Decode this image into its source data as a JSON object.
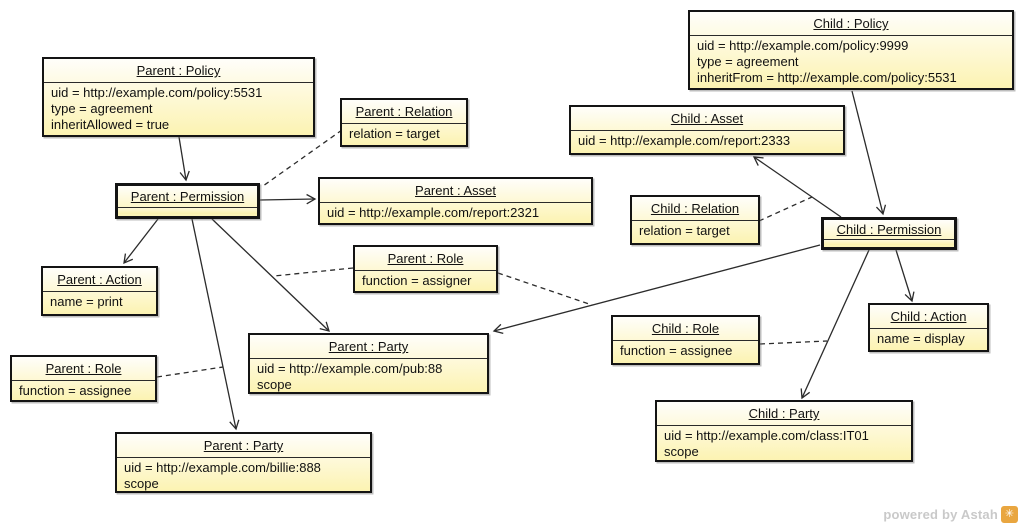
{
  "diagram": {
    "kind": "UML object diagram (policy inheritance)",
    "nodes": {
      "parent_policy": {
        "title": "Parent : Policy",
        "attrs": [
          "uid = http://example.com/policy:5531",
          "type = agreement",
          "inheritAllowed = true"
        ]
      },
      "parent_relation": {
        "title": "Parent : Relation",
        "attrs": [
          "relation = target"
        ]
      },
      "child_policy": {
        "title": "Child : Policy",
        "attrs": [
          "uid = http://example.com/policy:9999",
          "type = agreement",
          "inheritFrom = http://example.com/policy:5531"
        ]
      },
      "child_asset": {
        "title": "Child : Asset",
        "attrs": [
          "uid = http://example.com/report:2333"
        ]
      },
      "parent_permission": {
        "title": "Parent : Permission",
        "attrs": []
      },
      "parent_asset": {
        "title": "Parent : Asset",
        "attrs": [
          "uid = http://example.com/report:2321"
        ]
      },
      "child_relation": {
        "title": "Child : Relation",
        "attrs": [
          "relation = target"
        ]
      },
      "child_permission": {
        "title": "Child : Permission",
        "attrs": []
      },
      "parent_action": {
        "title": "Parent : Action",
        "attrs": [
          "name = print"
        ]
      },
      "parent_role_assigner": {
        "title": "Parent : Role",
        "attrs": [
          "function = assigner"
        ]
      },
      "child_role": {
        "title": "Child : Role",
        "attrs": [
          "function = assignee"
        ]
      },
      "child_action": {
        "title": "Child : Action",
        "attrs": [
          "name = display"
        ]
      },
      "parent_role_assignee": {
        "title": "Parent : Role",
        "attrs": [
          "function = assignee"
        ]
      },
      "parent_party_pub": {
        "title": "Parent : Party",
        "attrs": [
          "uid = http://example.com/pub:88",
          "scope"
        ]
      },
      "child_party": {
        "title": "Child : Party",
        "attrs": [
          "uid = http://example.com/class:IT01",
          "scope"
        ]
      },
      "parent_party_billie": {
        "title": "Parent : Party",
        "attrs": [
          "uid = http://example.com/billie:888",
          "scope"
        ]
      }
    },
    "colors": {
      "box_fill_top": "#fffefa",
      "box_fill_bottom": "#fcf3b2",
      "box_border": "#141414",
      "line": "#2b2b2b"
    }
  },
  "watermark": {
    "text": "powered by Astah",
    "logo_glyph": "✳",
    "logo_color": "#e9a640",
    "text_color": "#c9c9c9"
  }
}
